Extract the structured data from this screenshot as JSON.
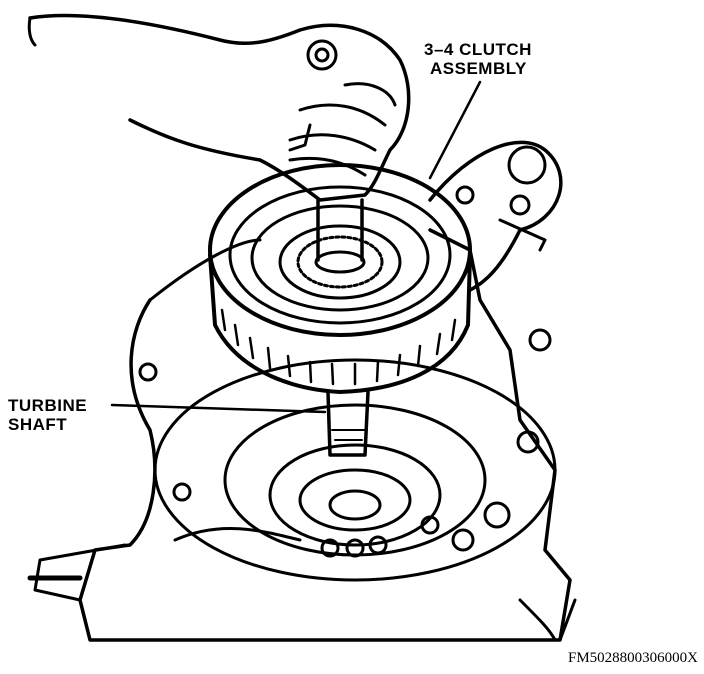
{
  "labels": {
    "clutch_line1": "3–4 CLUTCH",
    "clutch_line2": "ASSEMBLY",
    "turbine_line1": "TURBINE",
    "turbine_line2": "SHAFT"
  },
  "figure_id": "FM5028800306000X"
}
